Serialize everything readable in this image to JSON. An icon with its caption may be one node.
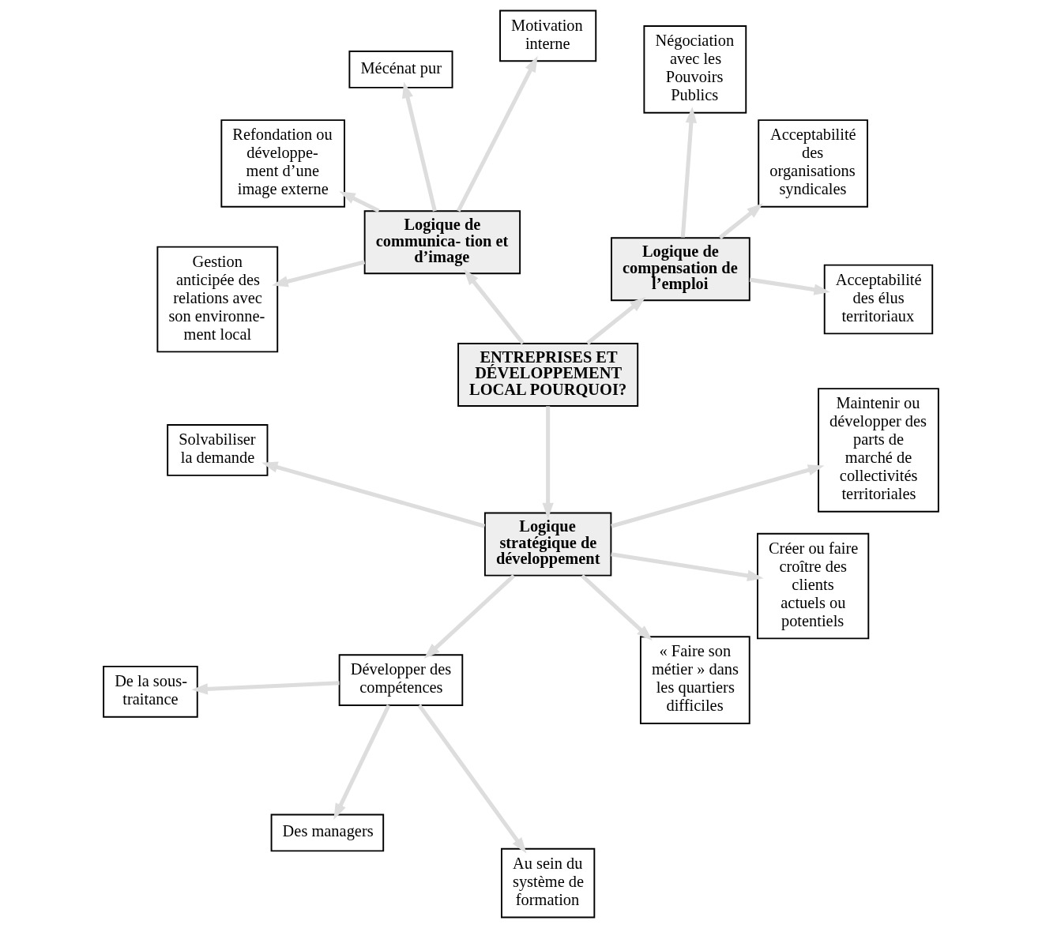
{
  "diagram": {
    "nodes": [
      {
        "text": [
          "ENTREPRISES ET DÉVELOPPEMENT LOCAL POURQUOI?"
        ]
      },
      {
        "text": [
          "Logique de compensation de l’emploi"
        ]
      },
      {
        "text": [
          "Logique de communica- tion et d’image"
        ]
      },
      {
        "text": [
          "Logique stratégique de développement"
        ]
      },
      {
        "text": [
          "Acceptabilité des élus territoriaux"
        ]
      },
      {
        "text": [
          "Acceptabilité des organisations syndicales"
        ]
      },
      {
        "text": [
          "Négociation avec les Pouvoirs Publics"
        ]
      },
      {
        "text": [
          "Motivation interne"
        ]
      },
      {
        "text": [
          "Mécénat pur"
        ]
      },
      {
        "text": [
          "Refondation ou développe- ment d’une image externe"
        ]
      },
      {
        "text": [
          "Gestion anticipée des relations avec son environne- ment local"
        ]
      },
      {
        "text": [
          "Solvabiliser la demande"
        ]
      },
      {
        "text": [
          "Développer des compétences"
        ]
      },
      {
        "text": [
          "« Faire son métier » dans les quartiers difficiles"
        ]
      },
      {
        "text": [
          "De la sous- traitance"
        ]
      },
      {
        "text": [
          "Des managers"
        ]
      },
      {
        "text": [
          "Au sein du système de formation"
        ]
      },
      {
        "text": [
          "Créer ou faire croître des clients actuels ou potentiels"
        ]
      },
      {
        "text": [
          "Maintenir ou développer des parts de marché de collectivités territoriales"
        ]
      }
    ],
    "edges": [
      {
        "from": 0,
        "to": 1,
        "arrow": "to"
      },
      {
        "from": 0,
        "to": 2,
        "arrow": "to"
      },
      {
        "from": 0,
        "to": 3,
        "arrow": "to"
      },
      {
        "from": 1,
        "to": 4,
        "arrow": "to"
      },
      {
        "from": 1,
        "to": 5,
        "arrow": "to"
      },
      {
        "from": 1,
        "to": 6,
        "arrow": "to"
      },
      {
        "from": 2,
        "to": 7,
        "arrow": "to"
      },
      {
        "from": 2,
        "to": 8,
        "arrow": "to"
      },
      {
        "from": 2,
        "to": 9,
        "arrow": "to"
      },
      {
        "from": 2,
        "to": 10,
        "arrow": "to"
      },
      {
        "from": 3,
        "to": 11,
        "arrow": "to"
      },
      {
        "from": 3,
        "to": 12,
        "arrow": "to"
      },
      {
        "from": 3,
        "to": 13,
        "arrow": "to"
      },
      {
        "from": 3,
        "to": 17,
        "arrow": "to"
      },
      {
        "from": 3,
        "to": 18,
        "arrow": "to"
      },
      {
        "from": 12,
        "to": 14,
        "arrow": "to"
      },
      {
        "from": 12,
        "to": 15,
        "arrow": "to"
      },
      {
        "from": 12,
        "to": 16,
        "arrow": "to"
      }
    ]
  }
}
